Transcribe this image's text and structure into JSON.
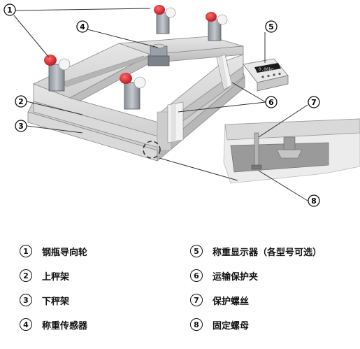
{
  "display_reading": "0.00kg",
  "callouts": [
    "1",
    "2",
    "3",
    "4",
    "5",
    "6",
    "7",
    "8"
  ],
  "legend": [
    {
      "num": "1",
      "text": "钢瓶导向轮"
    },
    {
      "num": "2",
      "text": "上秤架"
    },
    {
      "num": "3",
      "text": "下秤架"
    },
    {
      "num": "4",
      "text": "称重传感器"
    },
    {
      "num": "5",
      "text": "称重显示器（各型号可选）"
    },
    {
      "num": "6",
      "text": "运输保护夹"
    },
    {
      "num": "7",
      "text": "保护螺丝"
    },
    {
      "num": "8",
      "text": "固定螺母"
    }
  ]
}
